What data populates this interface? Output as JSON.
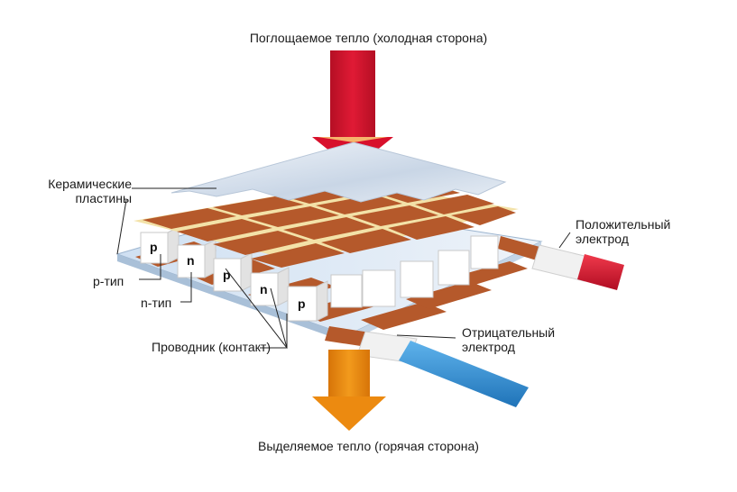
{
  "labels": {
    "absorbed_heat": "Поглощаемое тепло (холодная сторона)",
    "released_heat": "Выделяемое тепло (горячая сторона)",
    "ceramic_line1": "Керамические",
    "ceramic_line2": "пластины",
    "p_type": "p-тип",
    "n_type": "n-тип",
    "conductor": "Проводник (контакт)",
    "positive_line1": "Положительный",
    "positive_line2": "электрод",
    "negative_line1": "Отрицательный",
    "negative_line2": "электрод",
    "elements": [
      "p",
      "n",
      "p",
      "n",
      "p"
    ]
  },
  "colors": {
    "hot_arrow": "#d8102c",
    "cold_arrow": "#ec8a10",
    "copper": "#b5592b",
    "ceramic": "#dfe7f0",
    "positive_wire": "#d8102c",
    "negative_wire": "#2d8fd6"
  }
}
